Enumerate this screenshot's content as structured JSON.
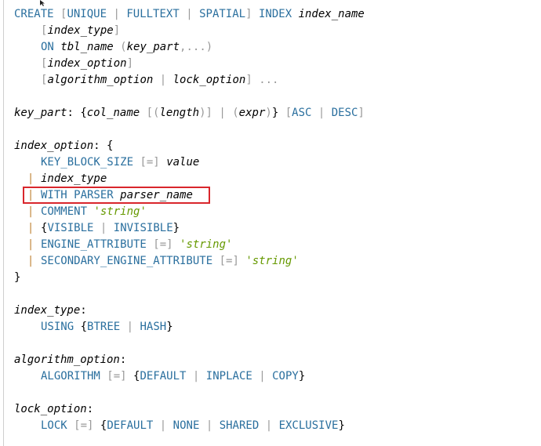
{
  "t": {
    "create": "CREATE",
    "unique": "UNIQUE",
    "fulltext": "FULLTEXT",
    "spatial": "SPATIAL",
    "index": "INDEX",
    "index_name": "index_name",
    "index_type": "index_type",
    "on": "ON",
    "tbl_name": "tbl_name",
    "key_part": "key_part",
    "ellipsis_comma": ",...",
    "index_option": "index_option",
    "algorithm_option": "algorithm_option",
    "lock_option": "lock_option",
    "dots": "...",
    "col_name": "col_name",
    "length": "length",
    "expr": "expr",
    "asc": "ASC",
    "desc": "DESC",
    "key_block_size": "KEY_BLOCK_SIZE",
    "value": "value",
    "with_parser": "WITH PARSER",
    "parser_name": "parser_name",
    "comment": "COMMENT",
    "string": "'string'",
    "visible": "VISIBLE",
    "invisible": "INVISIBLE",
    "engine_attribute": "ENGINE_ATTRIBUTE",
    "secondary_engine_attribute": "SECONDARY_ENGINE_ATTRIBUTE",
    "using": "USING",
    "btree": "BTREE",
    "hash": "HASH",
    "algorithm": "ALGORITHM",
    "default": "DEFAULT",
    "inplace": "INPLACE",
    "copy": "COPY",
    "lock": "LOCK",
    "none": "NONE",
    "shared": "SHARED",
    "exclusive": "EXCLUSIVE"
  },
  "colors": {
    "keyword": "#2a6f9e",
    "punctuation": "#999999",
    "string": "#669900",
    "pipe": "#c0853a",
    "highlight": "#d9262c"
  }
}
